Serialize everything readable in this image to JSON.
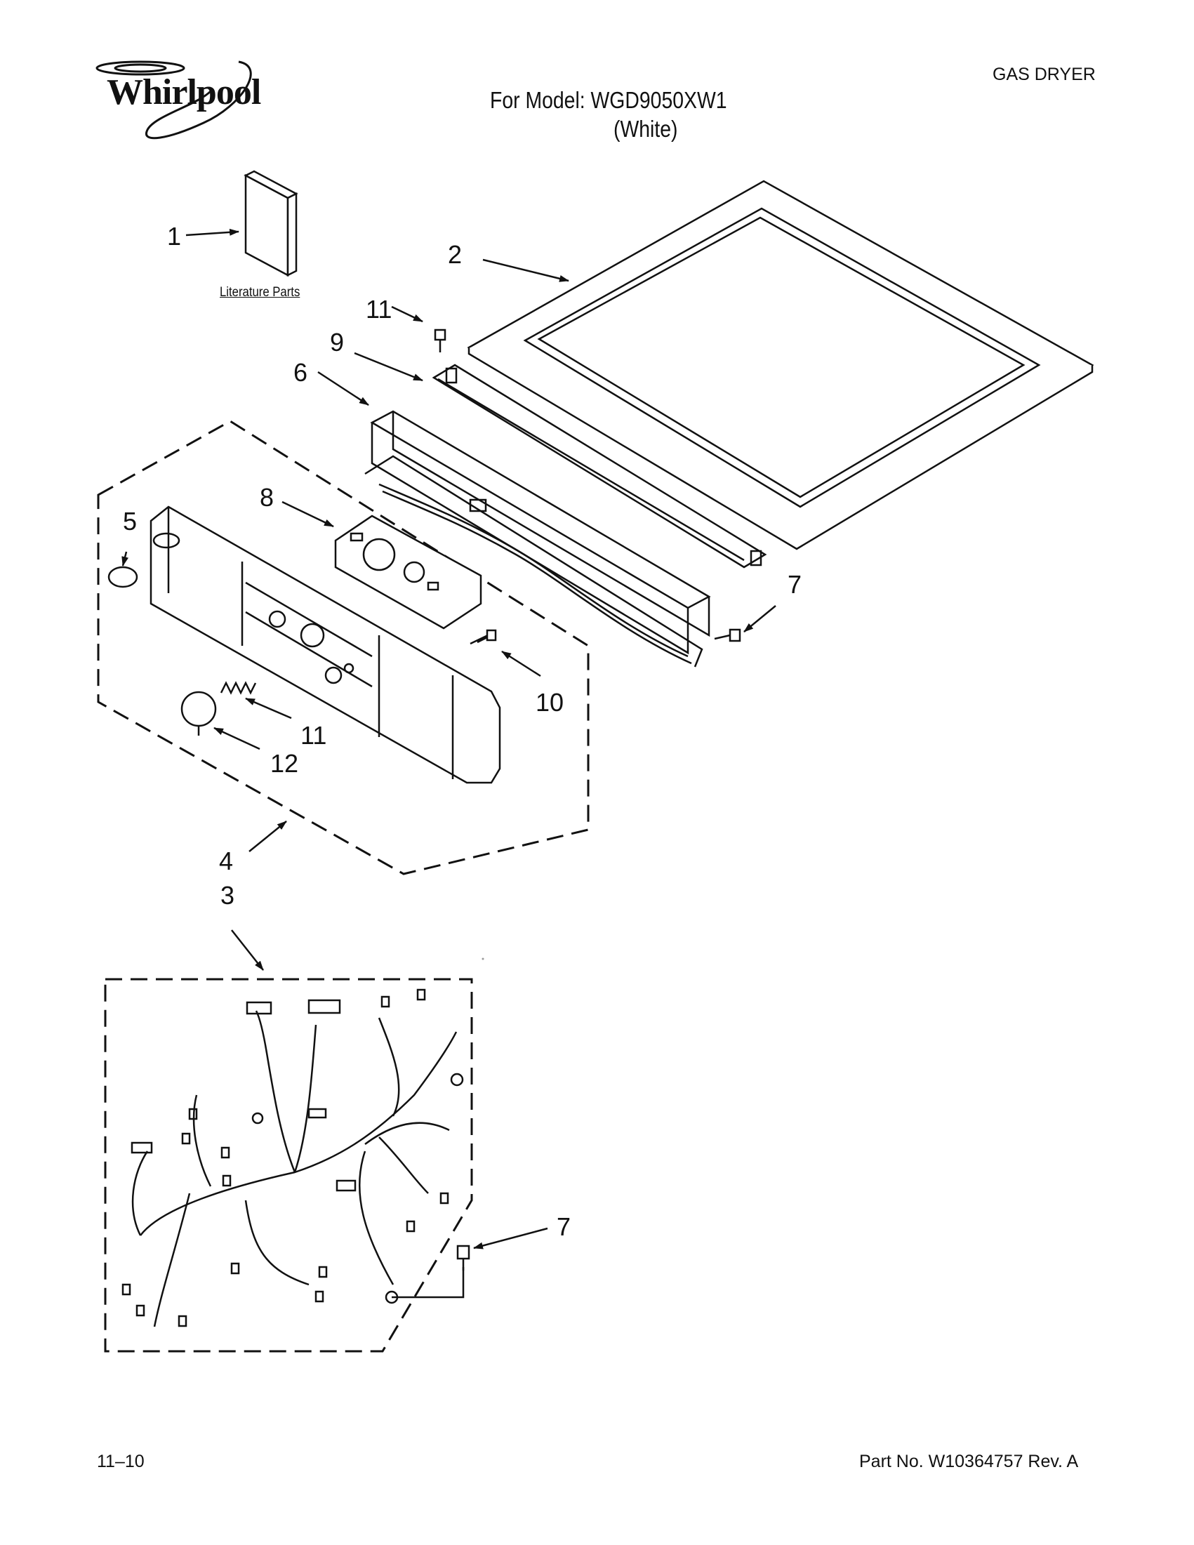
{
  "header": {
    "brand": "Whirlpool",
    "appliance_type": "GAS DRYER",
    "model_line": "For Model: WGD9050XW1",
    "color_line": "(White)"
  },
  "literature_label": "Literature Parts",
  "callouts": {
    "c1": "1",
    "c2": "2",
    "c3": "3",
    "c4": "4",
    "c5": "5",
    "c6": "6",
    "c7a": "7",
    "c7b": "7",
    "c8": "8",
    "c9": "9",
    "c10": "10",
    "c11a": "11",
    "c11b": "11",
    "c12": "12"
  },
  "footer": {
    "date_code": "11–10",
    "part_number": "Part No. W10364757 Rev. A"
  }
}
